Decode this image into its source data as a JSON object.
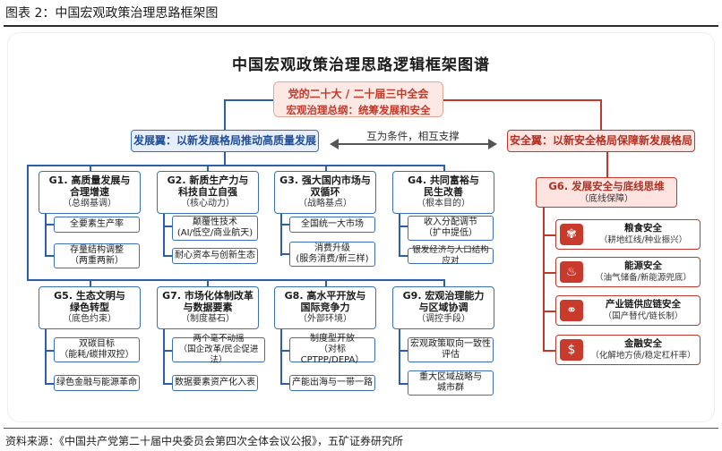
{
  "figure_title": "图表 2：中国宏观政策治理思路框架图",
  "source": "资料来源：《中国共产党第二十届中央委员会第四次全体会议公报》，五矿证券研究所",
  "diagram": {
    "title": "中国宏观政策治理思路逻辑框架图谱",
    "top": {
      "line1": "党的二十大 / 二十届三中全会",
      "line2": "宏观治理总纲：统筹发展和安全"
    },
    "dev_wing": "发展翼：以新发展格局推动高质量发展",
    "sec_wing": "安全翼：以新安全格局保障新发展格局",
    "mutual": "互为条件，相互支撑",
    "g": [
      {
        "title1": "G1. 高质量发展与",
        "title2": "合理增速",
        "sub": "（总纲基调）",
        "items": [
          [
            "全要素生产率"
          ],
          [
            "存量结构调整",
            "（两重两新）"
          ]
        ]
      },
      {
        "title1": "G2. 新质生产力与",
        "title2": "科技自立自强",
        "sub": "（核心动力）",
        "items": [
          [
            "颠覆性技术",
            "(AI/低空/商业航天)"
          ],
          [
            "耐心资本与创新生态"
          ]
        ]
      },
      {
        "title1": "G3. 强大国内市场与",
        "title2": "双循环",
        "sub": "（战略基点）",
        "items": [
          [
            "全国统一大市场"
          ],
          [
            "消费升级",
            "(服务消费/新三样)"
          ]
        ]
      },
      {
        "title1": "G4. 共同富裕与",
        "title2": "民生改善",
        "sub": "（根本目的）",
        "items": [
          [
            "收入分配调节",
            "（扩中提低）"
          ],
          [
            "银发经济与人口结构应对"
          ]
        ]
      },
      {
        "title1": "G5. 生态文明与",
        "title2": "绿色转型",
        "sub": "（底色约束）",
        "items": [
          [
            "双碳目标",
            "（能耗/碳排双控）"
          ],
          [
            "绿色金融与能源革命"
          ]
        ]
      },
      {
        "title1": "G7. 市场化体制改革",
        "title2": "与数据要素",
        "sub": "（制度基石）",
        "items": [
          [
            "两个毫不动摇",
            "（国企改革/民企促进法）"
          ],
          [
            "数据要素资产化入表"
          ]
        ]
      },
      {
        "title1": "G8. 高水平开放与",
        "title2": "国际竞争力",
        "sub": "（外部环境）",
        "items": [
          [
            "制度型开放",
            "（对标CPTPP/DEPA）"
          ],
          [
            "产能出海与一带一路"
          ]
        ]
      },
      {
        "title1": "G9. 宏观治理能力",
        "title2": "与区域协调",
        "sub": "（调控手段）",
        "items": [
          [
            "宏观政策取向一致性",
            "评估"
          ],
          [
            "重大区域战略与",
            "城市群"
          ]
        ]
      }
    ],
    "g6": {
      "title": "G6. 发展安全与底线思维",
      "sub": "（底线保障）"
    },
    "security": [
      {
        "icon": "wheat-icon",
        "glyph": "✾",
        "title": "粮食安全",
        "sub": "（耕地红线/种业振兴）"
      },
      {
        "icon": "flame-icon",
        "glyph": "♨",
        "title": "能源安全",
        "sub": "（油气储备/新能源兜底）"
      },
      {
        "icon": "chain-link-icon",
        "glyph": "⚭",
        "title": "产业链供应链安全",
        "sub": "（国产替代/链长制）"
      },
      {
        "icon": "shield-dollar-icon",
        "glyph": "$",
        "title": "金融安全",
        "sub": "（化解地方债/稳定杠杆率）"
      }
    ],
    "colors": {
      "blue": "#3c6fb8",
      "red": "#c0392b",
      "red_fill": "#fde4e1",
      "blue_fill": "#e6eefb"
    }
  }
}
